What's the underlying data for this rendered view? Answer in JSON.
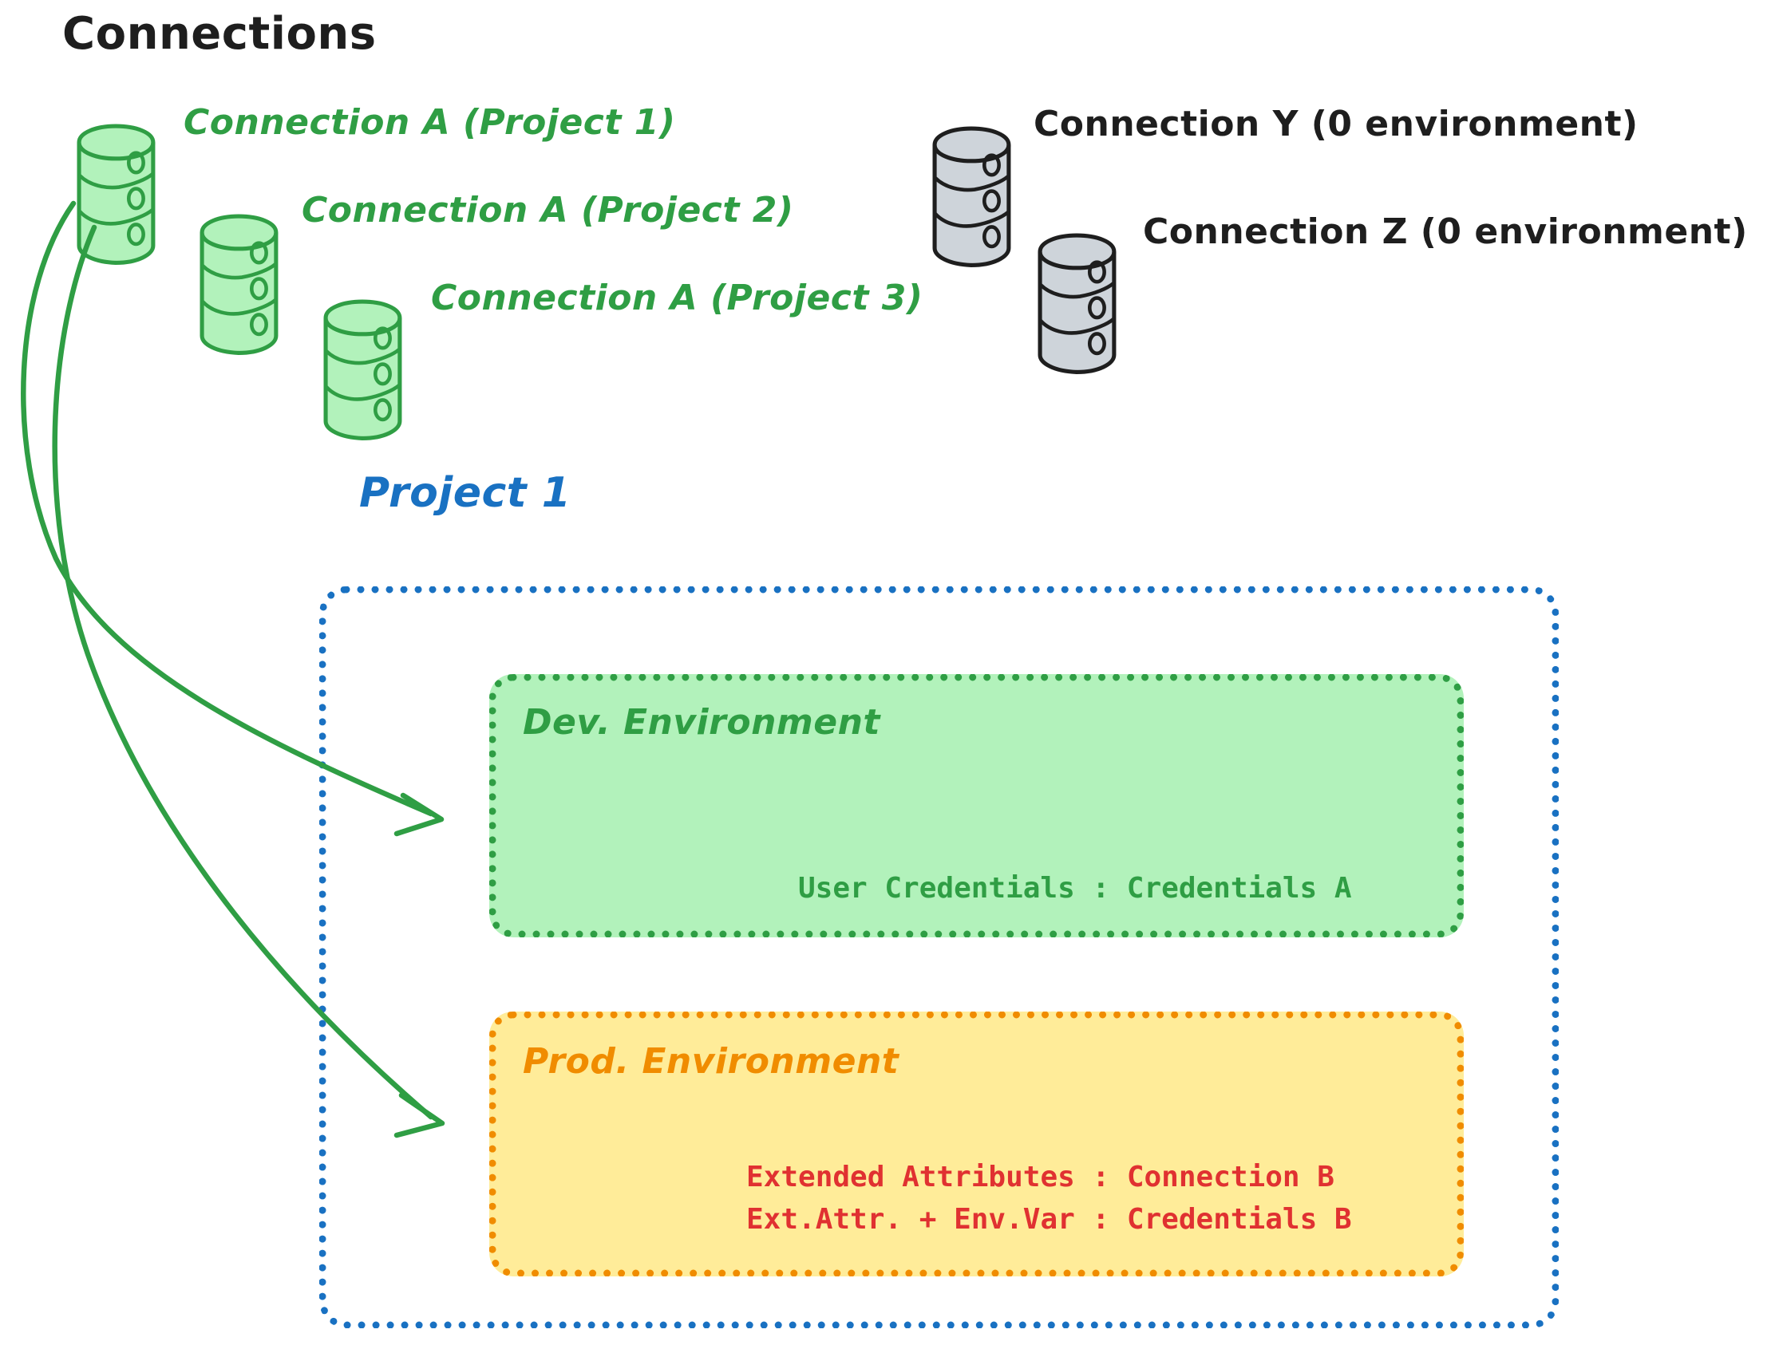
{
  "diagram": {
    "title": "Connections",
    "colors": {
      "green_stroke": "#2f9e44",
      "green_fill": "#b2f2bb",
      "grey_stroke": "#1e1e1e",
      "grey_fill": "#ced4da",
      "blue": "#1971c2",
      "orange": "#f08c00",
      "yellow_fill": "#ffec99",
      "red": "#e03131",
      "black": "#1e1e1e"
    },
    "connections": {
      "green": [
        {
          "icon": "database-icon",
          "label": "Connection A (Project 1)"
        },
        {
          "icon": "database-icon",
          "label": "Connection A (Project 2)"
        },
        {
          "icon": "database-icon",
          "label": "Connection A (Project 3)"
        }
      ],
      "grey": [
        {
          "icon": "database-icon",
          "label": "Connection Y (0 environment)"
        },
        {
          "icon": "database-icon",
          "label": "Connection Z (0 environment)"
        }
      ]
    },
    "project": {
      "title": "Project 1",
      "environments": [
        {
          "name": "Dev. Environment",
          "lines": [
            "User Credentials : Credentials A"
          ]
        },
        {
          "name": "Prod. Environment",
          "lines": [
            "Extended Attributes : Connection B",
            "Ext.Attr. + Env.Var : Credentials B"
          ]
        }
      ]
    },
    "arrows": [
      {
        "name": "arrow-conn-a-to-dev",
        "from": "Connection A (Project 1)",
        "to": "Dev. Environment"
      },
      {
        "name": "arrow-conn-a-to-prod",
        "from": "Connection A (Project 1)",
        "to": "Prod. Environment"
      }
    ]
  }
}
